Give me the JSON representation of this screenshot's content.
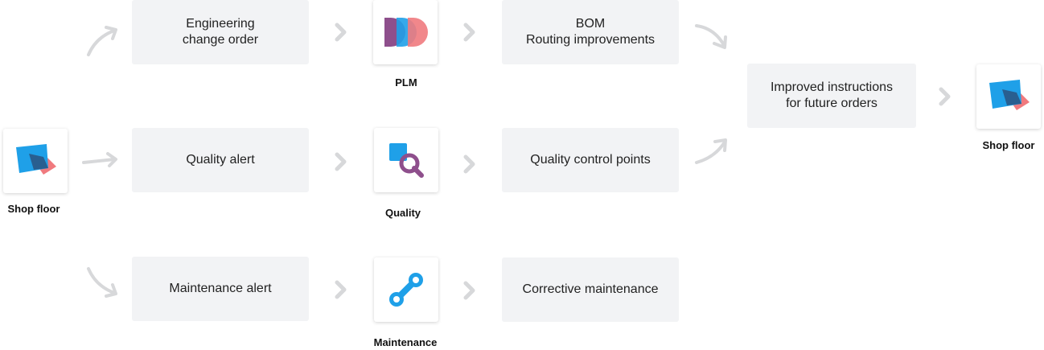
{
  "app_labels": {
    "shop_floor_left": "Shop floor",
    "plm": "PLM",
    "quality": "Quality",
    "maintenance": "Maintenance",
    "shop_floor_right": "Shop floor"
  },
  "steps": {
    "engineering_change_order": "Engineering\nchange order",
    "quality_alert": "Quality alert",
    "maintenance_alert": "Maintenance alert",
    "bom_routing": "BOM\nRouting improvements",
    "quality_control_points": "Quality control points",
    "corrective_maintenance": "Corrective maintenance",
    "improved_instructions": "Improved instructions\nfor future orders"
  },
  "icons": {
    "shop_floor": "shop-floor-icon",
    "plm": "plm-icon",
    "quality": "quality-icon",
    "maintenance": "maintenance-icon",
    "arrow": "chevron-right-icon"
  },
  "colors": {
    "box_bg": "#f2f3f5",
    "arrow": "#d7d8da",
    "blue": "#1fa0e8",
    "purple": "#8e4f8c",
    "pink": "#f07a7e",
    "navy": "#2e4a73"
  }
}
